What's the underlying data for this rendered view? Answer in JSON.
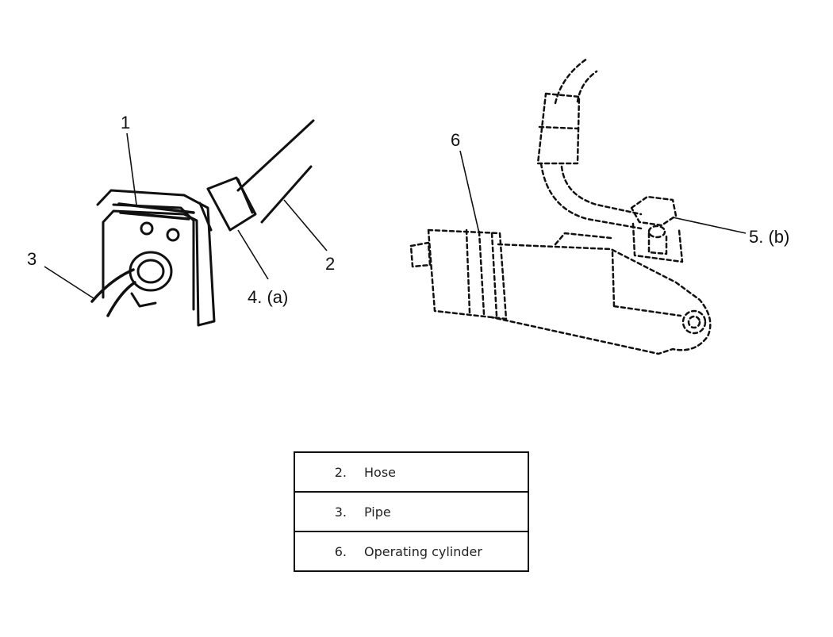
{
  "callouts": {
    "c1": "1",
    "c2": "2",
    "c3": "3",
    "c4": "4. (a)",
    "c5": "5. (b)",
    "c6": "6"
  },
  "legend": {
    "rows": [
      {
        "number": "2.",
        "label": "Hose"
      },
      {
        "number": "3.",
        "label": "Pipe"
      },
      {
        "number": "6.",
        "label": "Operating cylinder"
      }
    ]
  }
}
